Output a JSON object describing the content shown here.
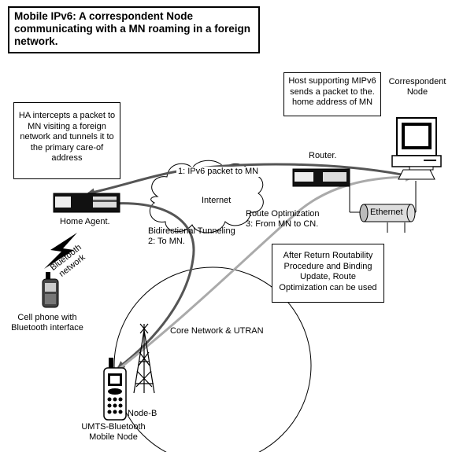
{
  "title": "Mobile IPv6: A correspondent Node communicating with a MN roaming in a foreign network.",
  "notes": {
    "host": "Host supporting MIPv6 sends a packet to the. home address of MN",
    "ha": "HA intercepts a packet to MN visiting a foreign network and tunnels it to the primary care-of address",
    "return_routability": "After Return Routability Procedure and Binding Update, Route Optimization can be used"
  },
  "labels": {
    "correspondent_node_1": "Correspondent",
    "correspondent_node_2": "Node",
    "router": "Router.",
    "packet": "1: IPv6 packet to MN",
    "internet": "Internet",
    "home_agent": "Home Agent.",
    "tunneling_1": "Bidirectional Tunneling",
    "tunneling_2": "2: To MN.",
    "route_opt_1": "Route Optimization",
    "route_opt_2": "3: From MN to CN.",
    "ethernet": "Ethernet",
    "bluetooth_1": "Bluetooth",
    "bluetooth_2": "network",
    "cell_phone_1": "Cell phone with",
    "cell_phone_2": "Bluetooth interface",
    "core_network": "Core Network & UTRAN",
    "node_b": "Node-B",
    "mobile_node_1": "UMTS-Bluetooth",
    "mobile_node_2": "Mobile Node"
  }
}
